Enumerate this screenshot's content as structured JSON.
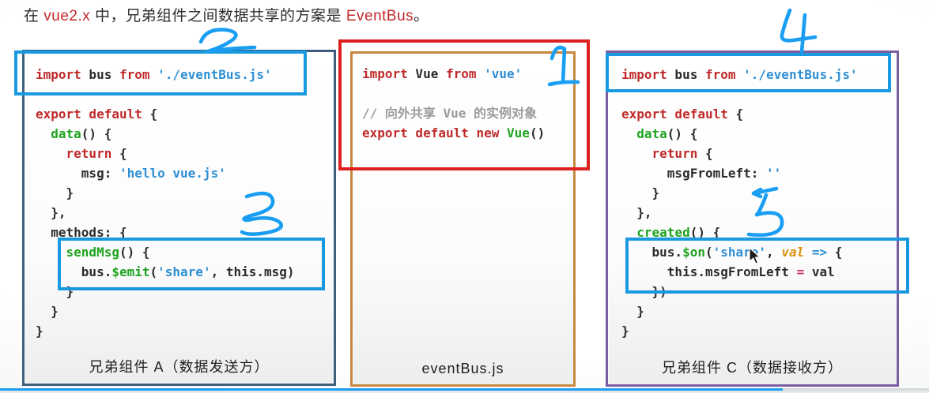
{
  "title": {
    "segments": [
      {
        "text": "在 ",
        "style": "dark"
      },
      {
        "text": "vue2.x",
        "style": "red"
      },
      {
        "text": " 中，兄弟组件之间数据共享的方案是 ",
        "style": "dark"
      },
      {
        "text": "EventBus",
        "style": "red"
      },
      {
        "text": "。",
        "style": "dark"
      }
    ]
  },
  "panels": [
    {
      "id": "component-a",
      "caption": "兄弟组件 A（数据发送方）",
      "border_color": "#3e5f7d",
      "code": [
        [
          [
            "kw",
            "import"
          ],
          [
            "pl",
            " bus "
          ],
          [
            "kw",
            "from"
          ],
          [
            "pl",
            " "
          ],
          [
            "str",
            "'./eventBus.js'"
          ]
        ],
        [
          [
            "pl",
            ""
          ]
        ],
        [
          [
            "kw",
            "export default"
          ],
          [
            "pl",
            " {"
          ]
        ],
        [
          [
            "pl",
            "  "
          ],
          [
            "fn",
            "data"
          ],
          [
            "pl",
            "() {"
          ]
        ],
        [
          [
            "pl",
            "    "
          ],
          [
            "kw",
            "return"
          ],
          [
            "pl",
            " {"
          ]
        ],
        [
          [
            "pl",
            "      msg: "
          ],
          [
            "str",
            "'hello vue.js'"
          ]
        ],
        [
          [
            "pl",
            "    }"
          ]
        ],
        [
          [
            "pl",
            "  },"
          ]
        ],
        [
          [
            "pl",
            "  methods: {"
          ]
        ],
        [
          [
            "pl",
            "    "
          ],
          [
            "fn",
            "sendMsg"
          ],
          [
            "pl",
            "() {"
          ]
        ],
        [
          [
            "pl",
            "      bus."
          ],
          [
            "fn",
            "$emit"
          ],
          [
            "pl",
            "("
          ],
          [
            "str",
            "'share'"
          ],
          [
            "pl",
            ", this.msg)"
          ]
        ],
        [
          [
            "pl",
            "    }"
          ]
        ],
        [
          [
            "pl",
            "  }"
          ]
        ],
        [
          [
            "pl",
            "}"
          ]
        ]
      ]
    },
    {
      "id": "eventbus",
      "caption": "eventBus.js",
      "border_color": "#c6883f",
      "code": [
        [
          [
            "kw",
            "import"
          ],
          [
            "pl",
            " Vue "
          ],
          [
            "kw",
            "from"
          ],
          [
            "pl",
            " "
          ],
          [
            "str",
            "'vue'"
          ]
        ],
        [
          [
            "pl",
            ""
          ]
        ],
        [
          [
            "cm",
            "// 向外共享 Vue 的实例对象"
          ]
        ],
        [
          [
            "kw",
            "export default new"
          ],
          [
            "pl",
            " "
          ],
          [
            "fn",
            "Vue"
          ],
          [
            "pl",
            "()"
          ]
        ]
      ]
    },
    {
      "id": "component-c",
      "caption": "兄弟组件 C（数据接收方）",
      "border_color": "#7a5ca1",
      "code": [
        [
          [
            "kw",
            "import"
          ],
          [
            "pl",
            " bus "
          ],
          [
            "kw",
            "from"
          ],
          [
            "pl",
            " "
          ],
          [
            "str",
            "'./eventBus.js'"
          ]
        ],
        [
          [
            "pl",
            ""
          ]
        ],
        [
          [
            "kw",
            "export default"
          ],
          [
            "pl",
            " {"
          ]
        ],
        [
          [
            "pl",
            "  "
          ],
          [
            "fn",
            "data"
          ],
          [
            "pl",
            "() {"
          ]
        ],
        [
          [
            "pl",
            "    "
          ],
          [
            "kw",
            "return"
          ],
          [
            "pl",
            " {"
          ]
        ],
        [
          [
            "pl",
            "      msgFromLeft: "
          ],
          [
            "str",
            "''"
          ]
        ],
        [
          [
            "pl",
            "    }"
          ]
        ],
        [
          [
            "pl",
            "  },"
          ]
        ],
        [
          [
            "pl",
            "  "
          ],
          [
            "fn",
            "created"
          ],
          [
            "pl",
            "() {"
          ]
        ],
        [
          [
            "pl",
            "    bus."
          ],
          [
            "fn",
            "$on"
          ],
          [
            "pl",
            "("
          ],
          [
            "str",
            "'share'"
          ],
          [
            "pl",
            ", "
          ],
          [
            "prm",
            "val"
          ],
          [
            "pl",
            " "
          ],
          [
            "op",
            "=>"
          ],
          [
            "pl",
            " {"
          ]
        ],
        [
          [
            "pl",
            "      this.msgFromLeft "
          ],
          [
            "asn",
            "="
          ],
          [
            "pl",
            " val"
          ]
        ],
        [
          [
            "pl",
            "    })"
          ]
        ],
        [
          [
            "pl",
            "  }"
          ]
        ],
        [
          [
            "pl",
            "}"
          ]
        ]
      ]
    }
  ],
  "annotations": {
    "handwritten_numbers": [
      "1",
      "2",
      "3",
      "4",
      "5"
    ],
    "color": "#1a9ef2"
  },
  "colors": {
    "keyword": "#c02a2a",
    "string": "#2e8fd4",
    "function": "#1fa31f",
    "comment": "#9b9b9b",
    "plain": "#2b2b2b",
    "parameter": "#d9930d",
    "operator": "#2e8fd4",
    "assign": "#cc3355",
    "highlight_box": "#1899e0",
    "red_box": "#dd1f1f",
    "progress": "#1a9ef2"
  }
}
